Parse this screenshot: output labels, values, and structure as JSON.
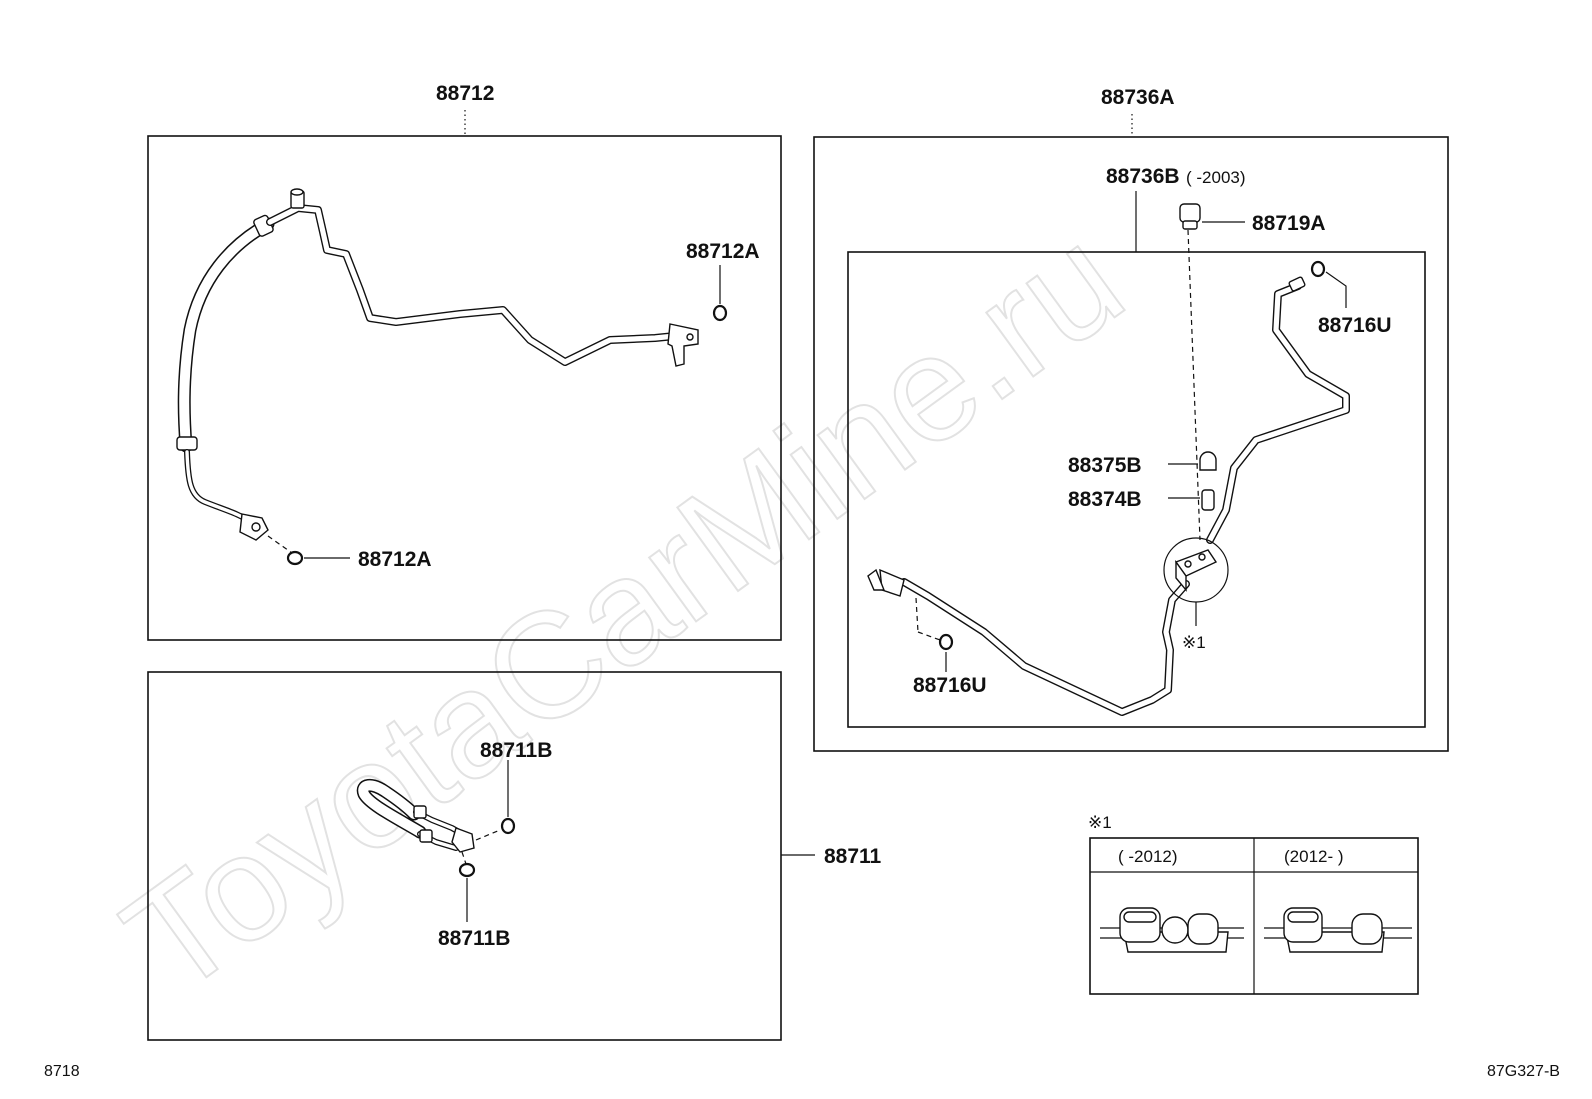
{
  "watermark": "ToyotaCarMine.ru",
  "labels": {
    "p88712": "88712",
    "p88712A_top": "88712A",
    "p88712A_bottom": "88712A",
    "p88736A": "88736A",
    "p88736B": "88736B",
    "p88736B_range": "(     -2003)",
    "p88719A": "88719A",
    "p88716U_top": "88716U",
    "p88716U_bottom": "88716U",
    "p88375B": "88375B",
    "p88374B": "88374B",
    "note_ref": "※1",
    "p88711B_top": "88711B",
    "p88711B_bottom": "88711B",
    "p88711": "88711"
  },
  "note_table": {
    "title": "※1",
    "col1": "(      -2012)",
    "col2": "(2012-      )"
  },
  "footer": {
    "left": "8718",
    "right": "87G327-B"
  }
}
